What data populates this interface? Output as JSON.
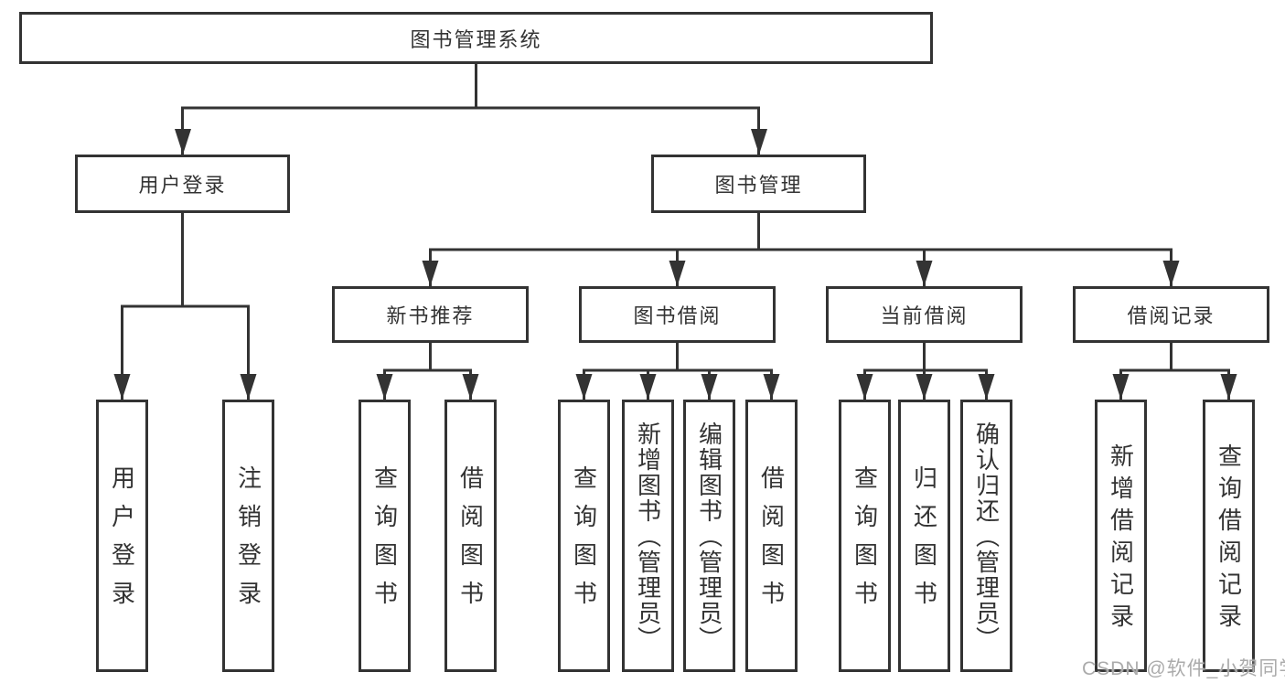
{
  "diagram": {
    "title_node": "图书管理系统",
    "root": {
      "label": "图书管理系统"
    },
    "branches": [
      {
        "label": "用户登录",
        "children": [
          {
            "label": "用户登录"
          },
          {
            "label": "注销登录"
          }
        ]
      },
      {
        "label": "图书管理",
        "children": [
          {
            "label": "新书推荐",
            "children": [
              {
                "label": "查询图书"
              },
              {
                "label": "借阅图书"
              }
            ]
          },
          {
            "label": "图书借阅",
            "children": [
              {
                "label": "查询图书"
              },
              {
                "label": "新增图书（管理员）"
              },
              {
                "label": "编辑图书（管理员）"
              },
              {
                "label": "借阅图书"
              }
            ]
          },
          {
            "label": "当前借阅",
            "children": [
              {
                "label": "查询图书"
              },
              {
                "label": "归还图书"
              },
              {
                "label": "确认归还（管理员）"
              }
            ]
          },
          {
            "label": "借阅记录",
            "children": [
              {
                "label": "新增借阅记录"
              },
              {
                "label": "查询借阅记录"
              }
            ]
          }
        ]
      }
    ]
  },
  "watermark": {
    "text": "CSDN @软件_小贺同学",
    "color": "#ababab"
  },
  "colors": {
    "line": "#333333",
    "box_border": "#333333",
    "text": "#333333",
    "background": "#ffffff"
  }
}
